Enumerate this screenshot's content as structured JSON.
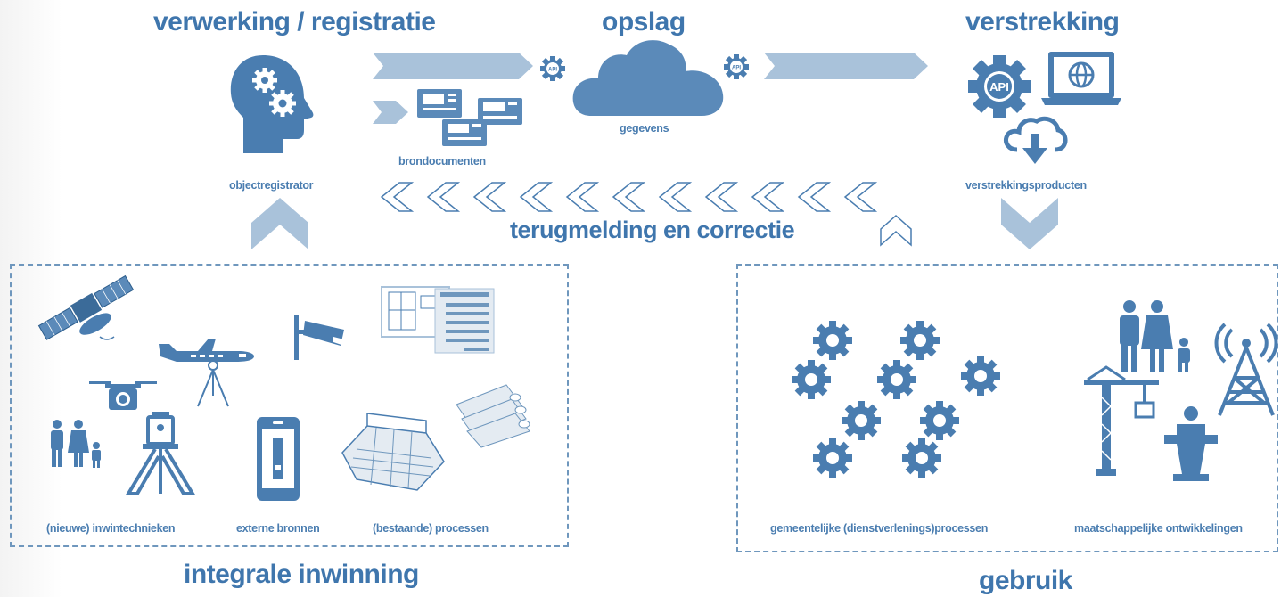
{
  "titles": {
    "processing": "verwerking / registratie",
    "storage": "opslag",
    "provision": "verstrekking",
    "feedback": "terugmelding en correctie",
    "acquisition": "integrale inwinning",
    "usage": "gebruik"
  },
  "labels": {
    "registrar": "objectregistrator",
    "source_docs": "brondocumenten",
    "data": "gegevens",
    "products": "verstrekkingsproducten",
    "new_techniques": "(nieuwe) inwintechnieken",
    "external_sources": "externe bronnen",
    "existing_processes": "(bestaande) processen",
    "municipal_processes": "gemeentelijke (dienstverlenings)processen",
    "social_developments": "maatschappelijke ontwikkelingen"
  },
  "icon_text": {
    "api": "API"
  },
  "colors": {
    "primary": "#4a7db0",
    "title": "#3f76ad",
    "arrow_light": "#a9c2da",
    "dashed_border": "#6f97bd"
  }
}
